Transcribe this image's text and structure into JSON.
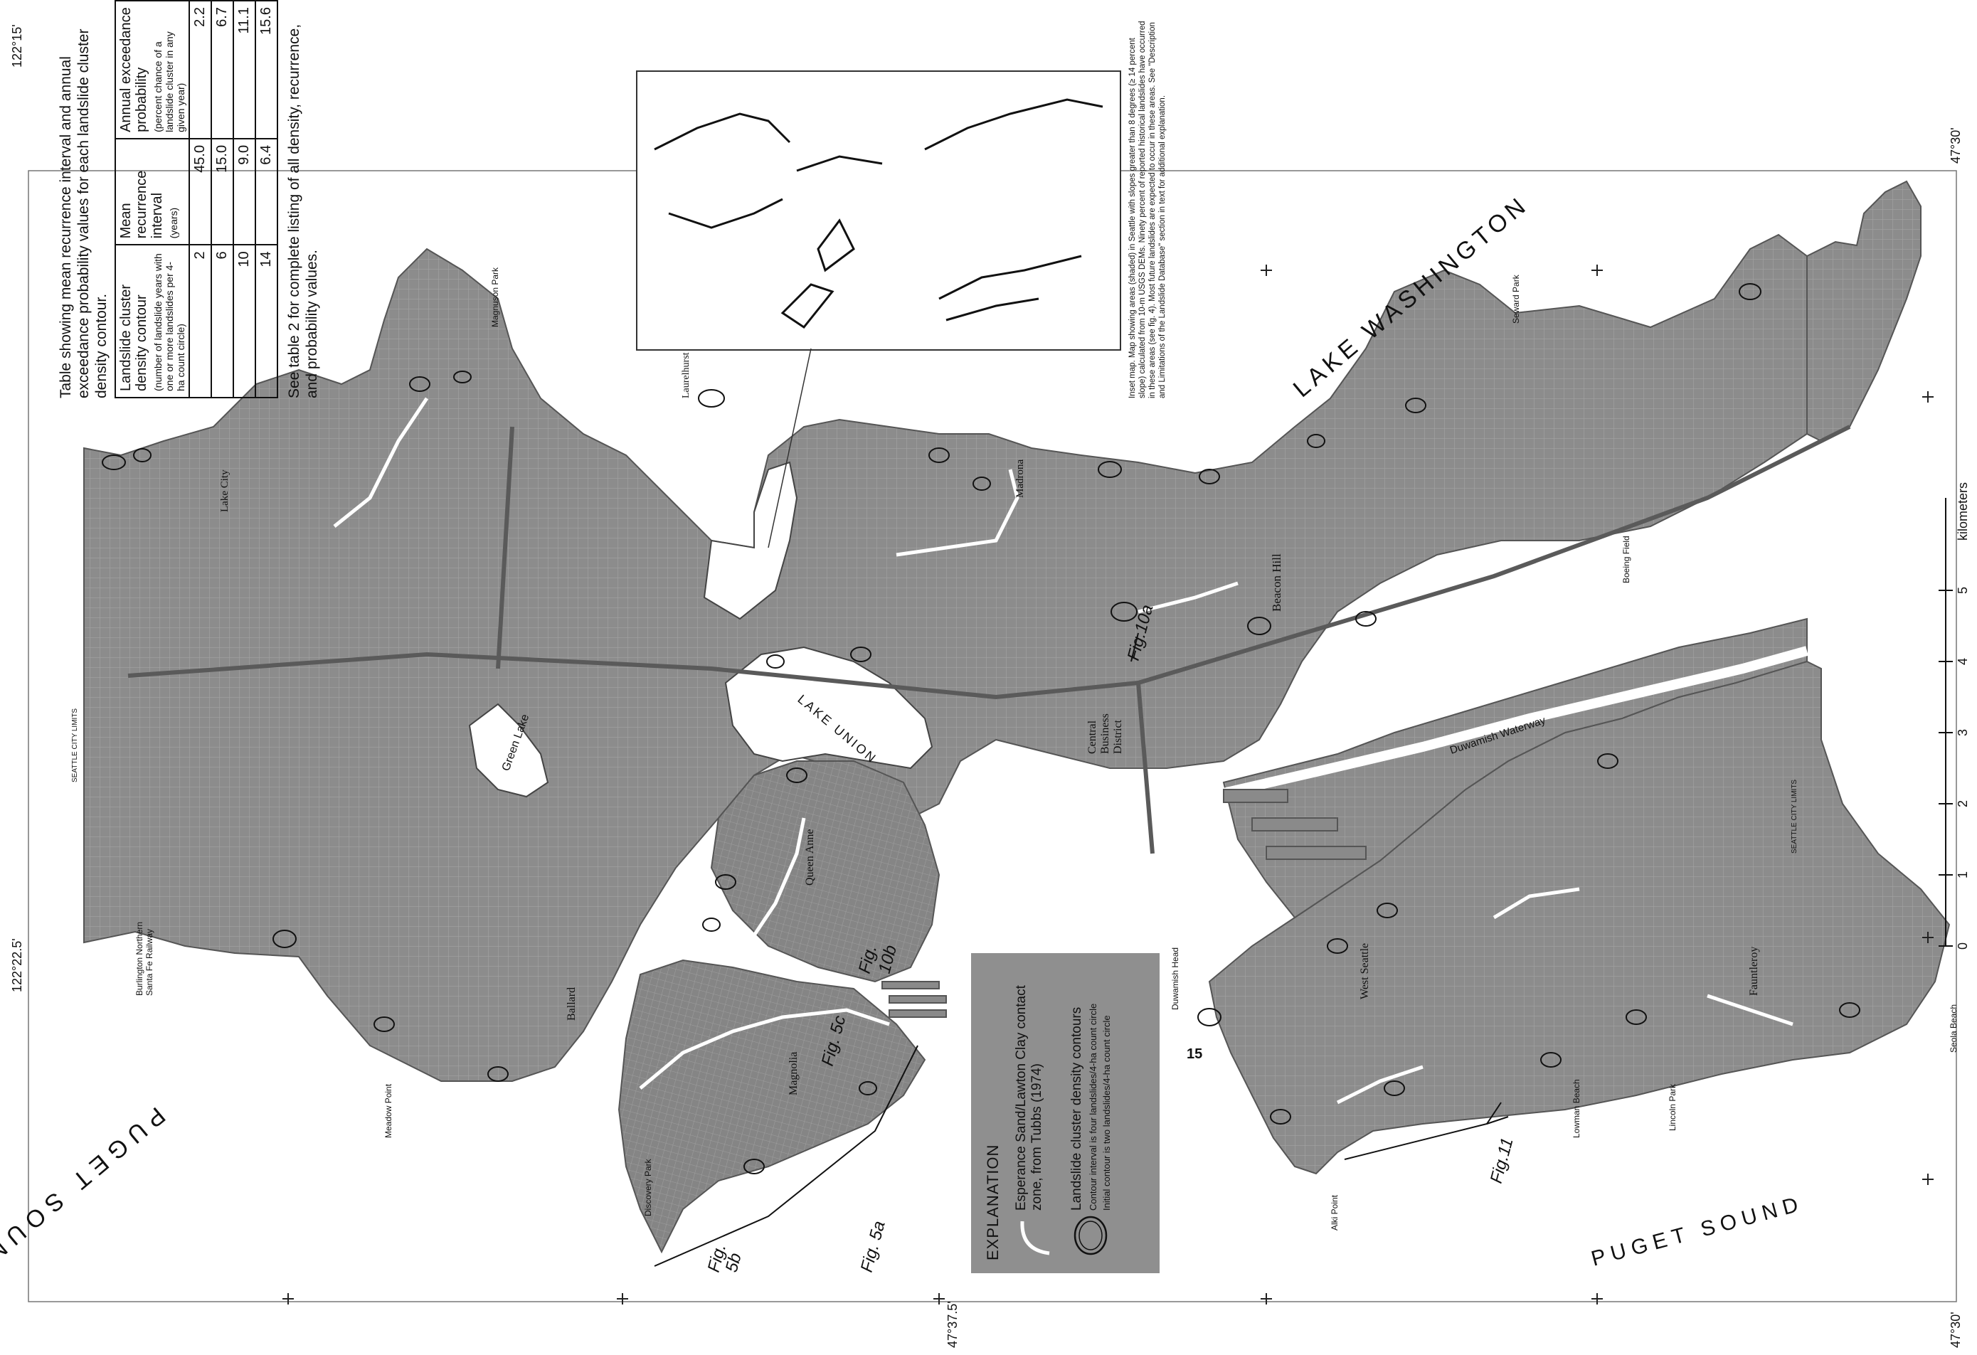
{
  "table": {
    "caption": "Table showing mean recurrence interval and annual exceedance probability values for each landslide cluster density contour.",
    "headers": [
      {
        "title": "Landslide cluster density contour",
        "sub": "(number of landslide years with one or more landslides per 4-ha count circle)"
      },
      {
        "title": "Mean recurrence interval",
        "sub": "(years)"
      },
      {
        "title": "Annual exceedance probability",
        "sub": "(percent chance of a landslide cluster in any given year)"
      }
    ],
    "rows": [
      [
        "2",
        "45.0",
        "2.2"
      ],
      [
        "6",
        "15.0",
        "6.7"
      ],
      [
        "10",
        "9.0",
        "11.1"
      ],
      [
        "14",
        "6.4",
        "15.6"
      ]
    ],
    "footnote": "See table 2 for complete listing of all density, recurrence, and probability values."
  },
  "inset": {
    "caption": "Inset map. Map showing areas (shaded) in Seattle with slopes greater than 8 degrees (≥ 14 percent slope) calculated from 10-m USGS DEMs. Ninety percent of reported historical landslides have occurred in these areas (see fig. 4). Most future landslides are expected to occur in these areas. See \"Description and Limitations of the Landslide Database\" section in text for additional explanation."
  },
  "explanation": {
    "title": "EXPLANATION",
    "item1": "Esperance Sand/Lawton Clay contact zone, from Tubbs (1974)",
    "item2": "Landslide cluster density contours",
    "item2_note1": "Contour interval is four landslides/4-ha count circle",
    "item2_note2": "Initial contour is two landslides/4-ha count circle"
  },
  "coords": {
    "top_left": "122°15'",
    "left_mid": "122°22.5'",
    "top_right": "47°30'",
    "bottom_mid": "47°37.5'",
    "bottom_right": "47°30'"
  },
  "water": {
    "lake_washington": "LAKE WASHINGTON",
    "puget_sound_left": "PUGET SOUND",
    "puget_sound_right": "PUGET SOUND",
    "lake_union": "LAKE UNION",
    "green_lake": "Green Lake",
    "duwamish": "Duwamish Waterway"
  },
  "places": {
    "lake_city": "Lake City",
    "laurelhurst": "Laurelhurst",
    "magnuson": "Magnuson Park",
    "madrona": "Madrona",
    "beacon_hill": "Beacon Hill",
    "boeing": "Boeing Field",
    "seward": "Seward Park",
    "cbd_1": "Central",
    "cbd_2": "Business",
    "cbd_3": "District",
    "queen_anne": "Queen Anne",
    "ballard": "Ballard",
    "magnolia": "Magnolia",
    "west_seattle": "West Seattle",
    "fauntleroy": "Fauntleroy",
    "alki": "Alki Point",
    "duwamish_head": "Duwamish Head",
    "meadow": "Meadow Point",
    "discovery": "Discovery Park",
    "lincoln": "Lincoln Park",
    "lowman": "Lowman Beach",
    "seola": "Seola Beach",
    "bnsf_1": "Burlington Northern",
    "bnsf_2": "Santa Fe Railway",
    "city_limits_left": "SEATTLE CITY LIMITS",
    "city_limits_right": "SEATTLE CITY LIMITS"
  },
  "figures": {
    "fig10a": "Fig.10a",
    "fig10b_1": "Fig.",
    "fig10b_2": "10b",
    "fig5c": "Fig. 5c",
    "fig5a": "Fig. 5a",
    "fig5b_1": "Fig.",
    "fig5b_2": "5b",
    "fig11": "Fig.11",
    "label15": "15"
  },
  "scale": {
    "unit": "kilometers",
    "ticks": [
      "0",
      "1",
      "2",
      "3",
      "4",
      "5"
    ]
  },
  "colors": {
    "land": "#8a8a8a",
    "water": "#ffffff",
    "contact_zone": "#ffffff",
    "legend_bg": "#8f8f8f"
  }
}
